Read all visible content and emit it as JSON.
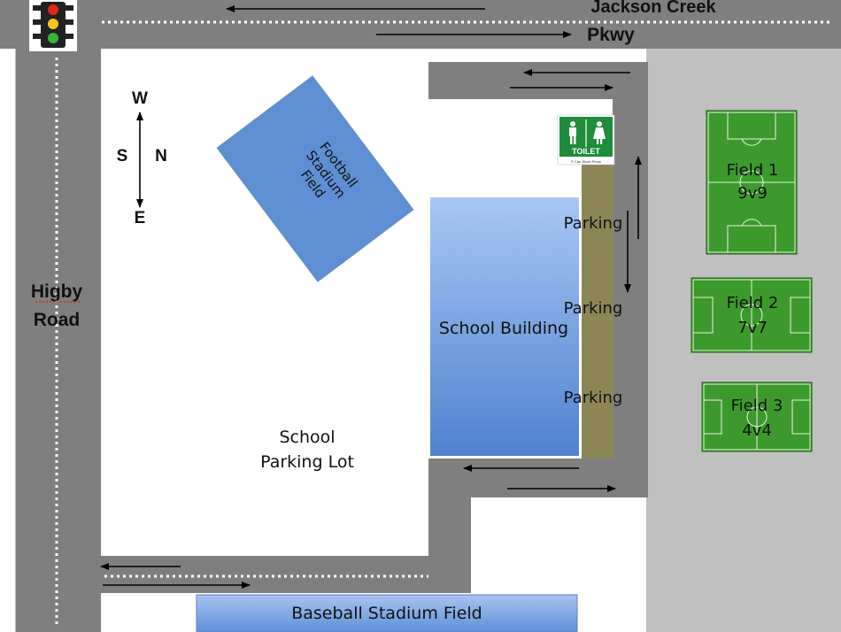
{
  "roads": {
    "top_line1": "Jackson Creek",
    "top_line2": "Pkwy",
    "left_line1": "Higby",
    "left_line2": "Road"
  },
  "compass": {
    "w": "W",
    "s": "S",
    "n": "N",
    "e": "E"
  },
  "areas": {
    "football_line1": "Football",
    "football_line2": "Stadium",
    "football_line3": "Field",
    "school_building": "School Building",
    "parking_lot_line1": "School",
    "parking_lot_line2": "Parking Lot",
    "parking_1": "Parking",
    "parking_2": "Parking",
    "parking_3": "Parking",
    "baseball": "Baseball Stadium Field"
  },
  "toilet": {
    "label": "TOILET",
    "credit": "© Can Stock Photo"
  },
  "fields": [
    {
      "name": "Field 1",
      "size": "9v9"
    },
    {
      "name": "Field 2",
      "size": "7v7"
    },
    {
      "name": "Field 3",
      "size": "4v4"
    }
  ],
  "colors": {
    "road": "#7f7f7f",
    "grey_area": "#c0c0c0",
    "field_green": "#3c9a2c",
    "football": "#5f8fd3",
    "building_top": "#a9c6f5",
    "building_bottom": "#4f82cf",
    "parking_strip": "#8c8657",
    "toilet_green": "#1f8c3b"
  }
}
